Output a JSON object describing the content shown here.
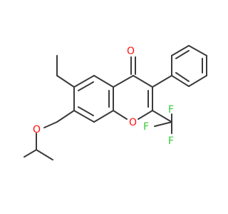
{
  "molecule": {
    "atoms": [
      {
        "id": "O_carbonyl",
        "label": "O",
        "color": "#ff0d0d"
      },
      {
        "id": "O_ring",
        "label": "O",
        "color": "#ff0d0d"
      },
      {
        "id": "O_ether",
        "label": "O",
        "color": "#ff0d0d"
      },
      {
        "id": "F_top",
        "label": "F",
        "color": "#33cc33"
      },
      {
        "id": "F_left",
        "label": "F",
        "color": "#33cc33"
      },
      {
        "id": "F_right",
        "label": "F",
        "color": "#33cc33"
      }
    ]
  }
}
